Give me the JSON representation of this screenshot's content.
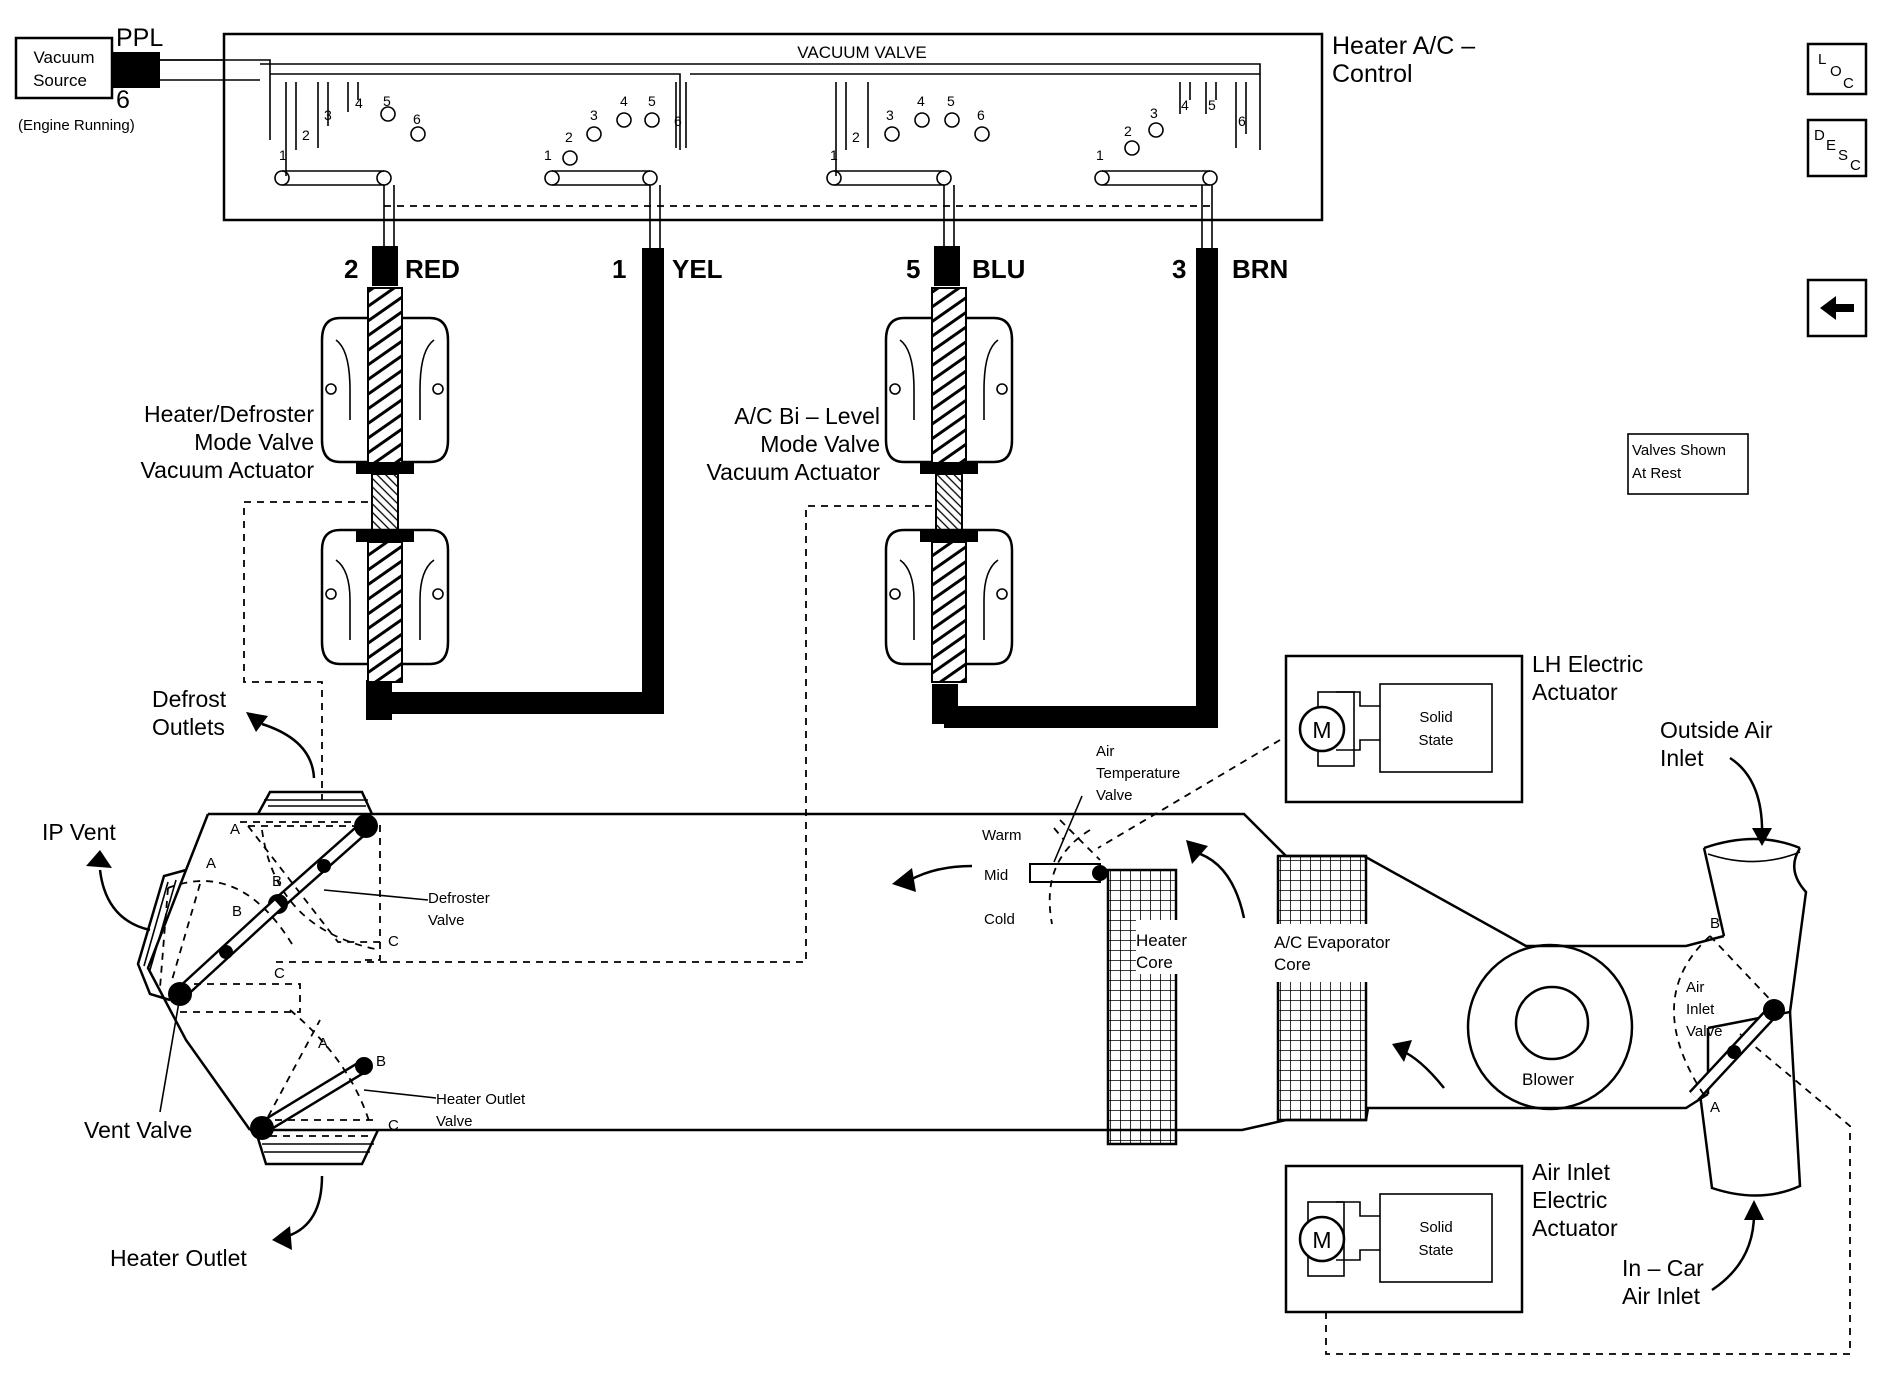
{
  "vacuum_source": {
    "line1": "Vacuum",
    "line2": "Source",
    "note": "(Engine Running)",
    "ppl": "PPL",
    "port": "6"
  },
  "control": {
    "title_line1": "Heater A/C –",
    "title_line2": "Control",
    "valve_label": "VACUUM VALVE",
    "group_a_ports": [
      "1",
      "2",
      "3",
      "4",
      "5",
      "6"
    ],
    "group_b_ports": [
      "1",
      "2",
      "3",
      "4",
      "5",
      "6"
    ],
    "group_c_ports": [
      "1",
      "2",
      "3",
      "4",
      "5",
      "6"
    ],
    "group_d_ports": [
      "1",
      "2",
      "3",
      "4",
      "5",
      "6"
    ]
  },
  "hoses": [
    {
      "number": "2",
      "color": "RED"
    },
    {
      "number": "1",
      "color": "YEL"
    },
    {
      "number": "5",
      "color": "BLU"
    },
    {
      "number": "3",
      "color": "BRN"
    }
  ],
  "actuators": {
    "heater_defroster": [
      "Heater/Defroster",
      "Mode Valve",
      "Vacuum Actuator"
    ],
    "ac_bilevel": [
      "A/C Bi – Level",
      "Mode Valve",
      "Vacuum Actuator"
    ]
  },
  "nav": {
    "loc": {
      "a": "L",
      "b": "O",
      "c": "C"
    },
    "desc": {
      "a": "D",
      "b": "E",
      "c": "S",
      "d": "C"
    },
    "back_icon": "left-arrow-icon"
  },
  "note_box": {
    "line1": "Valves Shown",
    "line2": "At Rest"
  },
  "lh_actuator": {
    "title_line1": "LH Electric",
    "title_line2": "Actuator",
    "motor": "M",
    "ss_line1": "Solid",
    "ss_line2": "State"
  },
  "air_inlet_actuator": {
    "title_line1": "Air Inlet",
    "title_line2": "Electric",
    "title_line3": "Actuator",
    "motor": "M",
    "ss_line1": "Solid",
    "ss_line2": "State"
  },
  "labels": {
    "defrost_outlets": [
      "Defrost",
      "Outlets"
    ],
    "ip_vent": "IP Vent",
    "vent_valve": "Vent Valve",
    "heater_outlet": "Heater Outlet",
    "defroster_valve": [
      "Defroster",
      "Valve"
    ],
    "heater_outlet_valve": [
      "Heater Outlet",
      "Valve"
    ],
    "air_temp_valve": [
      "Air",
      "Temperature",
      "Valve"
    ],
    "warm": "Warm",
    "mid": "Mid",
    "cold": "Cold",
    "heater_core": [
      "Heater",
      "Core"
    ],
    "evap_core": [
      "A/C Evaporator",
      "Core"
    ],
    "blower": "Blower",
    "outside_air": [
      "Outside Air",
      "Inlet"
    ],
    "in_car_air": [
      "In – Car",
      "Air Inlet"
    ],
    "air_inlet_valve": [
      "Air",
      "Inlet",
      "Valve"
    ],
    "pos_a": "A",
    "pos_b": "B",
    "pos_c": "C"
  }
}
